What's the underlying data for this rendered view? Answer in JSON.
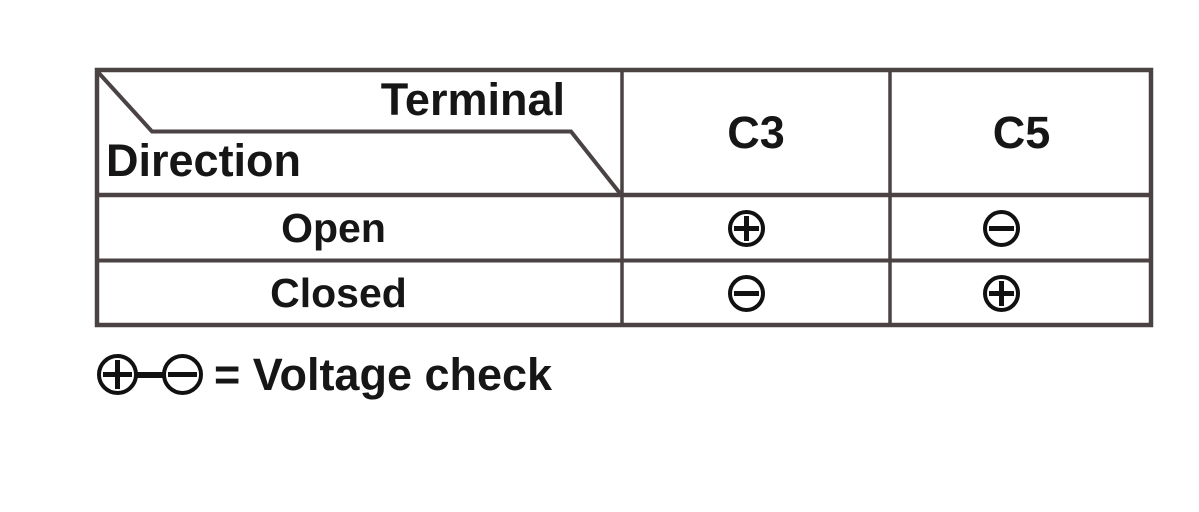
{
  "figure": {
    "corner": {
      "top_right_label": "Terminal",
      "bottom_left_label": "Direction"
    },
    "column_headers": [
      "C3",
      "C5"
    ],
    "rows": [
      {
        "label": "Open",
        "C3": "plus",
        "C5": "minus"
      },
      {
        "label": "Closed",
        "C3": "minus",
        "C5": "plus"
      }
    ],
    "legend": {
      "left_symbol": "plus",
      "right_symbol": "minus",
      "text": "= Voltage check"
    }
  },
  "colors": {
    "ink": "#161616",
    "table_line": "#4a4243",
    "background": "#ffffff"
  }
}
